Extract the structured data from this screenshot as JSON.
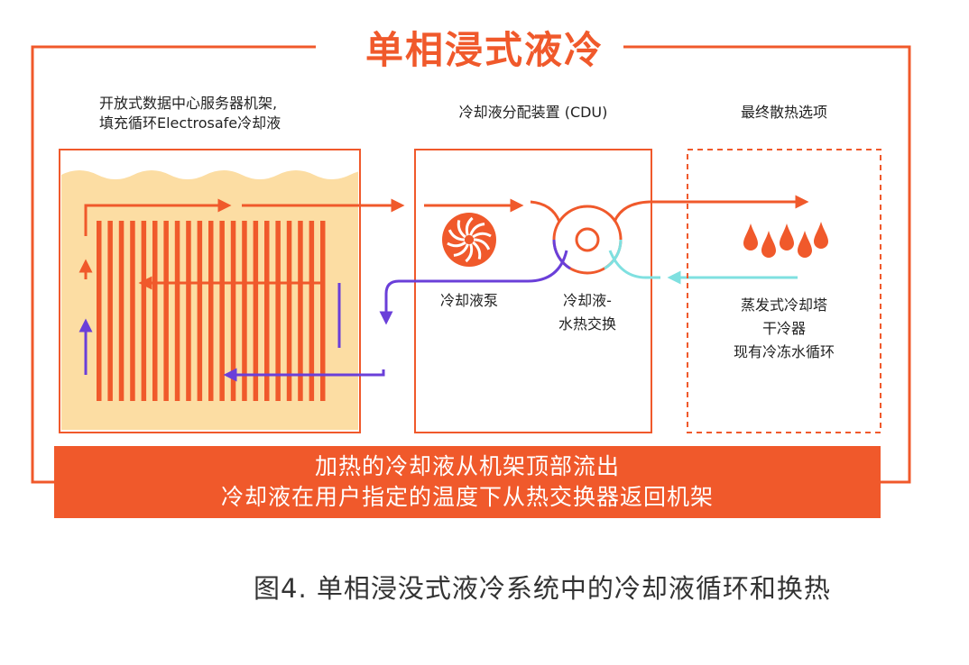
{
  "title": "单相浸式液冷",
  "colors": {
    "orange": "#F0592B",
    "purple": "#6A3FD9",
    "cyan": "#7FE0E0",
    "cream": "#FCDDA3",
    "dark_text": "#222222"
  },
  "sections": {
    "rack": {
      "label_line1": "开放式数据中心服务器机架,",
      "label_line2": "填充循环Electrosafe冷却液"
    },
    "cdu": {
      "label": "冷却液分配装置 (CDU)",
      "pump_label": "冷却液泵",
      "hx_label_line1": "冷却液-",
      "hx_label_line2": "水热交换"
    },
    "heat_rejection": {
      "label": "最终散热选项",
      "options": [
        "蒸发式冷却塔",
        "干冷器",
        "现有冷冻水循环"
      ]
    }
  },
  "banner": {
    "line1": "加热的冷却液从机架顶部流出",
    "line2": "冷却液在用户指定的温度下从热交换器返回机架"
  },
  "caption": "图4. 单相浸没式液冷系统中的冷却液循环和换热"
}
